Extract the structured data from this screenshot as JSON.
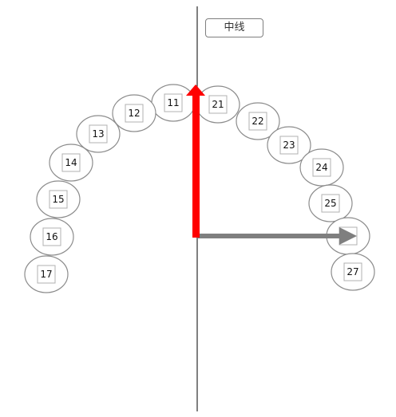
{
  "midline_button": {
    "label": "中线"
  },
  "colors": {
    "vertical_arrow": "#ff0000",
    "horizontal_arrow": "#7f7f7f",
    "midline": "#000000",
    "tooth_outline": "#8c8c8c",
    "tooth_box": "#b0b0b0"
  },
  "teeth": [
    {
      "label": "11"
    },
    {
      "label": "12"
    },
    {
      "label": "13"
    },
    {
      "label": "14"
    },
    {
      "label": "15"
    },
    {
      "label": "16"
    },
    {
      "label": "17"
    },
    {
      "label": "21"
    },
    {
      "label": "22"
    },
    {
      "label": "23"
    },
    {
      "label": "24"
    },
    {
      "label": "25"
    },
    {
      "label": "2"
    },
    {
      "label": "27"
    }
  ]
}
